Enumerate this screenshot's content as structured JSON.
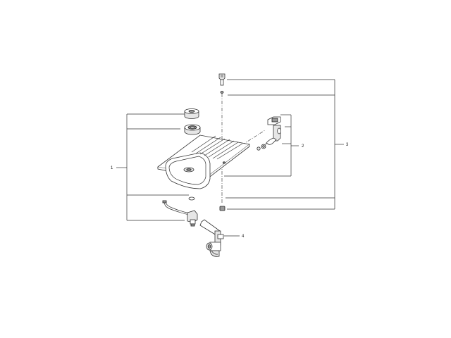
{
  "callouts": [
    {
      "id": "1",
      "label": "1"
    },
    {
      "id": "2",
      "label": "2"
    },
    {
      "id": "3",
      "label": "3"
    },
    {
      "id": "4",
      "label": "4"
    }
  ],
  "colors": {
    "line": "#333333",
    "background": "#ffffff"
  }
}
